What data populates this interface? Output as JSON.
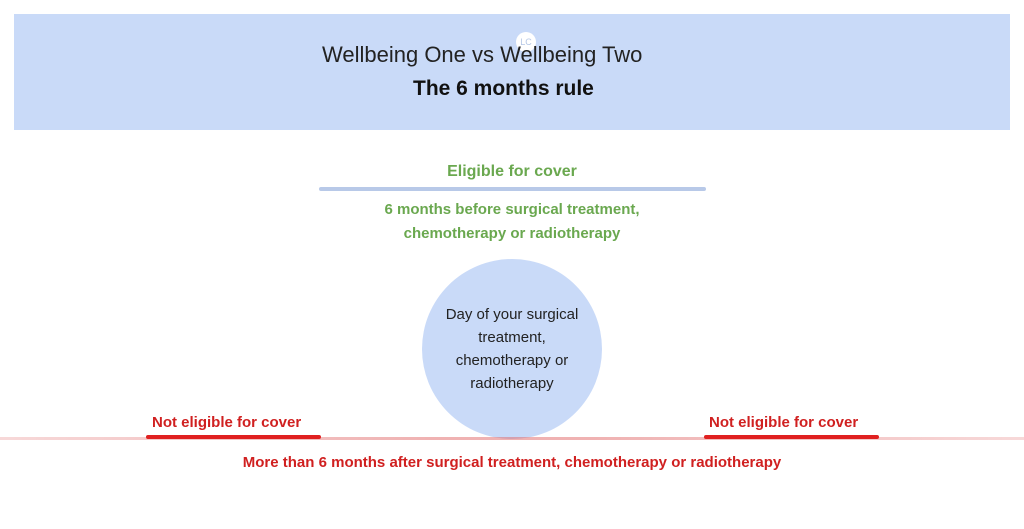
{
  "header": {
    "logo_text": "LC",
    "title": "Wellbeing One vs Wellbeing Two",
    "subtitle": "The 6 months rule"
  },
  "eligible": {
    "heading": "Eligible for cover",
    "description": "6 months before surgical treatment, chemotherapy or radiotherapy"
  },
  "center_circle": {
    "text": "Day of your surgical treatment, chemotherapy or radiotherapy"
  },
  "not_eligible": {
    "left_label": "Not eligible for cover",
    "right_label": "Not eligible for cover",
    "description": "More than 6 months after surgical treatment, chemotherapy or radiotherapy"
  },
  "colors": {
    "header_bg": "#c9daf8",
    "eligible_green": "#6aa84f",
    "not_eligible_red": "#d02020",
    "circle_fill": "#c9daf8"
  }
}
